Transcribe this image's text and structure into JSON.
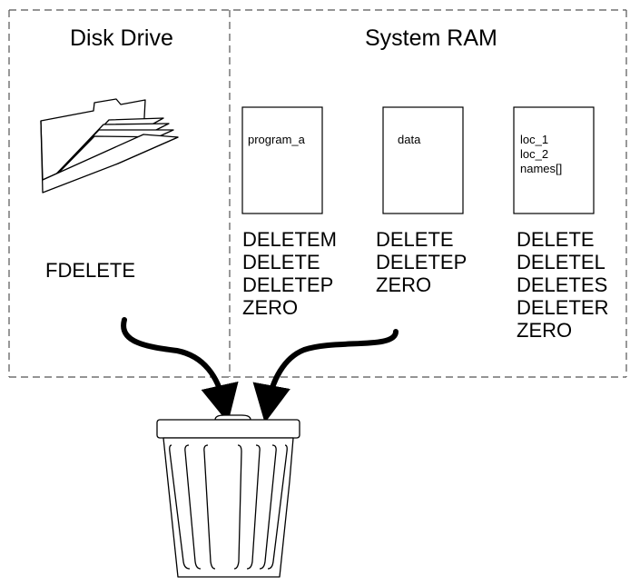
{
  "disk_drive": {
    "title": "Disk Drive",
    "commands": [
      "FDELETE"
    ]
  },
  "system_ram": {
    "title": "System RAM",
    "documents": [
      {
        "label_lines": [
          "program_a"
        ],
        "commands": [
          "DELETEM",
          "DELETE",
          "DELETEP",
          "ZERO"
        ]
      },
      {
        "label_lines": [
          "data"
        ],
        "commands": [
          "DELETE",
          "DELETEP",
          "ZERO"
        ]
      },
      {
        "label_lines": [
          "loc_1",
          "loc_2",
          "names[]"
        ],
        "commands": [
          "DELETE",
          "DELETEL",
          "DELETES",
          "DELETER",
          "ZERO"
        ]
      }
    ]
  },
  "icons": [
    "folder-icon",
    "document-icon",
    "trash-can-icon",
    "curved-arrow-icon"
  ]
}
